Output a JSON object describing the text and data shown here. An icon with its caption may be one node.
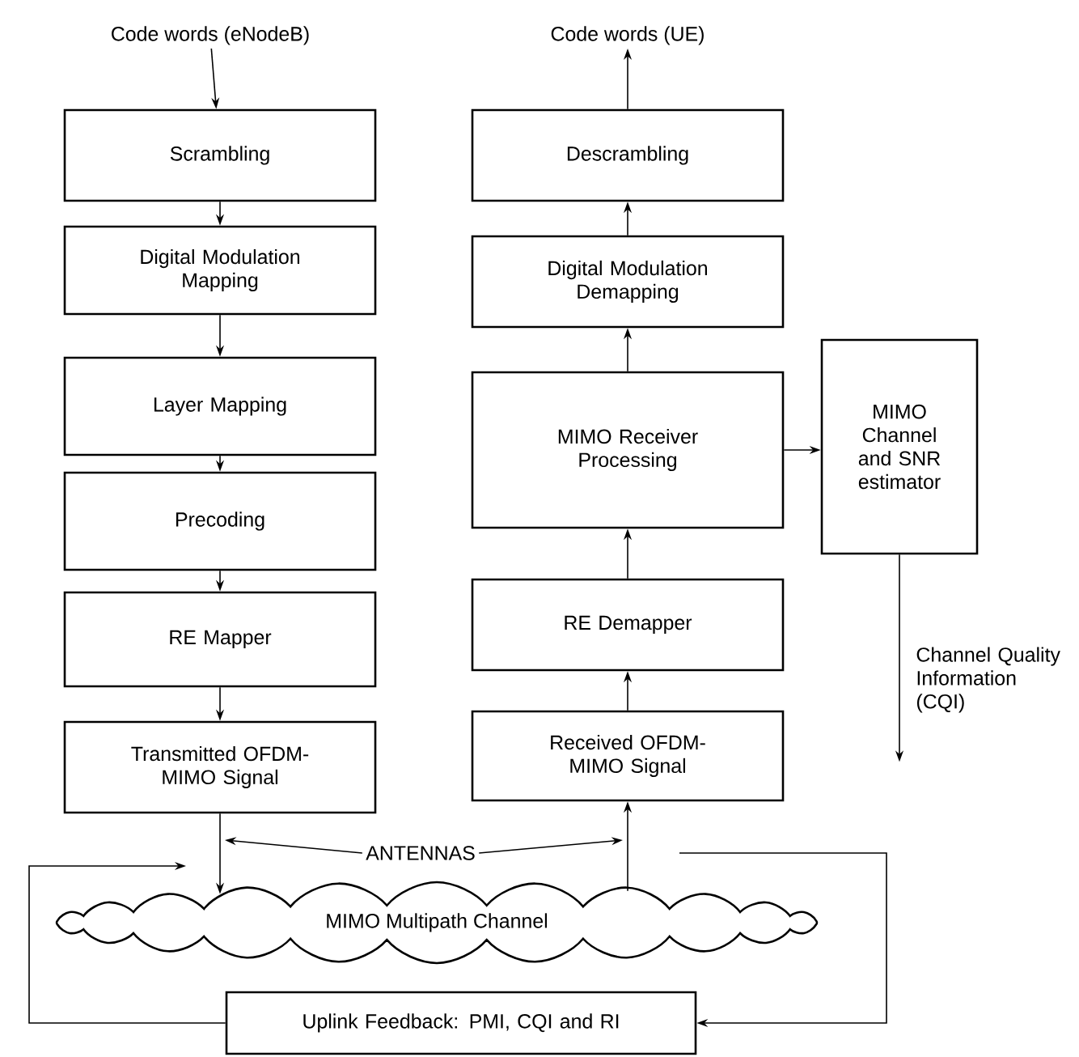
{
  "diagram": {
    "nodes": [
      {
        "text": [
          "Code words (eNodeB)"
        ]
      },
      {
        "text": [
          "Scrambling"
        ]
      },
      {
        "text": [
          "Digital Modulation Mapping"
        ]
      },
      {
        "text": [
          "Layer Mapping"
        ]
      },
      {
        "text": [
          "Precoding"
        ]
      },
      {
        "text": [
          "RE Mapper"
        ]
      },
      {
        "text": [
          "Transmitted OFDM-MIMO Signal"
        ]
      },
      {
        "text": [
          "Code words (UE)"
        ]
      },
      {
        "text": [
          "Descrambling"
        ]
      },
      {
        "text": [
          "Digital Modulation Demapping"
        ]
      },
      {
        "text": [
          "MIMO Receiver Processing"
        ]
      },
      {
        "text": [
          "MIMO Channel and SNR estimator"
        ]
      },
      {
        "text": [
          "RE Demapper"
        ]
      },
      {
        "text": [
          "Received OFDM-MIMO Signal"
        ]
      },
      {
        "text": [
          "ANTENNAS"
        ]
      },
      {
        "text": [
          "MIMO Multipath Channel"
        ]
      },
      {
        "text": [
          "Uplink Feedback: PMI, CQI and RI"
        ]
      }
    ],
    "edges": [
      {
        "from": 0,
        "to": 1,
        "arrow": "to"
      },
      {
        "from": 1,
        "to": 2,
        "arrow": "to"
      },
      {
        "from": 2,
        "to": 3,
        "arrow": "to"
      },
      {
        "from": 3,
        "to": 4,
        "arrow": "to"
      },
      {
        "from": 4,
        "to": 5,
        "arrow": "to"
      },
      {
        "from": 5,
        "to": 6,
        "arrow": "to"
      },
      {
        "from": 6,
        "to": 15,
        "arrow": "to"
      },
      {
        "from": 15,
        "to": 13,
        "arrow": "to"
      },
      {
        "from": 13,
        "to": 12,
        "arrow": "to"
      },
      {
        "from": 12,
        "to": 10,
        "arrow": "to"
      },
      {
        "from": 10,
        "to": 9,
        "arrow": "to"
      },
      {
        "from": 9,
        "to": 8,
        "arrow": "to"
      },
      {
        "from": 8,
        "to": 7,
        "arrow": "to"
      },
      {
        "from": 10,
        "to": 11,
        "arrow": "to"
      },
      {
        "from": 11,
        "to": null,
        "arrow": "to",
        "label": "Channel Quality Information (CQI)"
      },
      {
        "from": 14,
        "to": null,
        "arrow": "to"
      },
      {
        "from": 14,
        "to": null,
        "arrow": "to"
      },
      {
        "from": 16,
        "to": null,
        "arrow": "to"
      },
      {
        "from": null,
        "to": 16,
        "arrow": "to"
      }
    ]
  }
}
